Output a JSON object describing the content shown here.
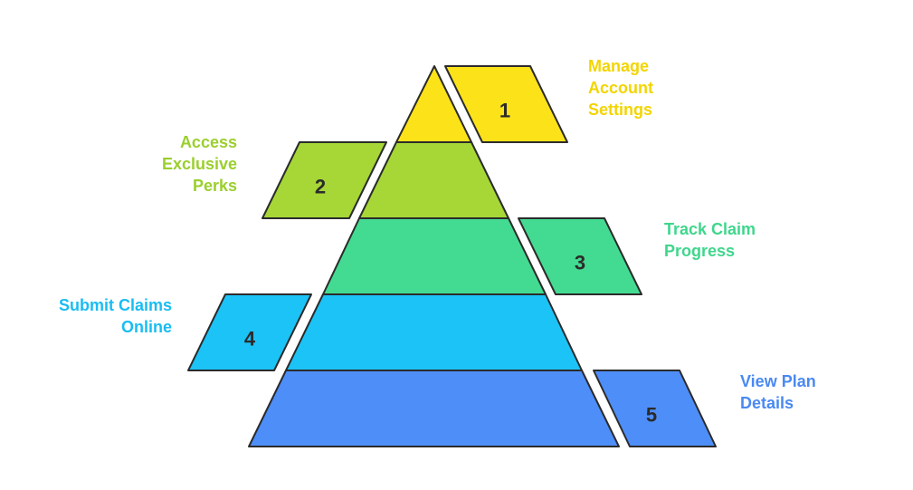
{
  "levels": [
    {
      "number": "1",
      "label": "Manage\nAccount\nSettings",
      "color": "#FCE319"
    },
    {
      "number": "2",
      "label": "Access\nExclusive\nPerks",
      "color": "#A6D736"
    },
    {
      "number": "3",
      "label": "Track Claim\nProgress",
      "color": "#43DB91"
    },
    {
      "number": "4",
      "label": "Submit Claims\nOnline",
      "color": "#1CC3F7"
    },
    {
      "number": "5",
      "label": "View Plan\nDetails",
      "color": "#4E8EF9"
    }
  ],
  "label_colors": {
    "1": "#F2D500",
    "2": "#9BCF2E",
    "3": "#3FD68C",
    "4": "#19BDF2",
    "5": "#4A89F2"
  },
  "outline_color": "#2b2b2b"
}
